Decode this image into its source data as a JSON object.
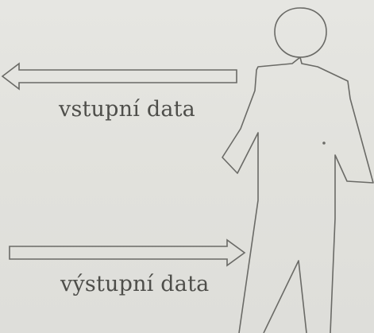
{
  "labels": {
    "input_data": "vstupní data",
    "output_data": "výstupní data"
  },
  "colors": {
    "background": "#e3e3de",
    "stroke": "#6a6a66",
    "text": "#4e4e4a"
  },
  "arrows": {
    "input_direction": "left",
    "output_direction": "right"
  },
  "figure": {
    "icon": "human-figure-outline-icon"
  }
}
